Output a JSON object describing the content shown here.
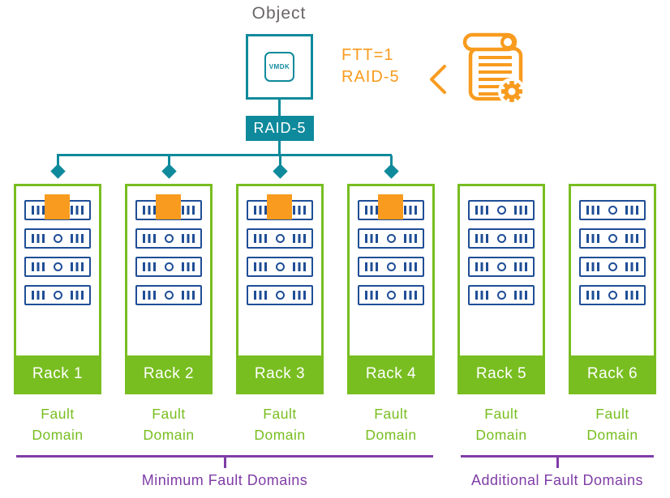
{
  "colors": {
    "teal": "#0e8a9c",
    "orange": "#f89b1e",
    "green": "#78be20",
    "navy": "#1f4e96",
    "purple": "#7f3da6",
    "text_gray": "#696566"
  },
  "object": {
    "title": "Object",
    "vmdk_label": "VMDK",
    "raid_badge": "RAID-5"
  },
  "policy": {
    "line1": "FTT=1",
    "line2": "RAID-5",
    "icons": [
      "chevron-left-icon",
      "policy-scroll-gear-icon"
    ]
  },
  "racks": [
    {
      "label": "Rack 1",
      "fault_domain": "Fault Domain",
      "connected_to_object": true,
      "has_component": true
    },
    {
      "label": "Rack 2",
      "fault_domain": "Fault Domain",
      "connected_to_object": true,
      "has_component": true
    },
    {
      "label": "Rack 3",
      "fault_domain": "Fault Domain",
      "connected_to_object": true,
      "has_component": true
    },
    {
      "label": "Rack 4",
      "fault_domain": "Fault Domain",
      "connected_to_object": true,
      "has_component": true
    },
    {
      "label": "Rack 5",
      "fault_domain": "Fault Domain",
      "connected_to_object": false,
      "has_component": false
    },
    {
      "label": "Rack 6",
      "fault_domain": "Fault Domain",
      "connected_to_object": false,
      "has_component": false
    }
  ],
  "groups": {
    "minimum": "Minimum Fault Domains",
    "additional": "Additional Fault Domains"
  }
}
